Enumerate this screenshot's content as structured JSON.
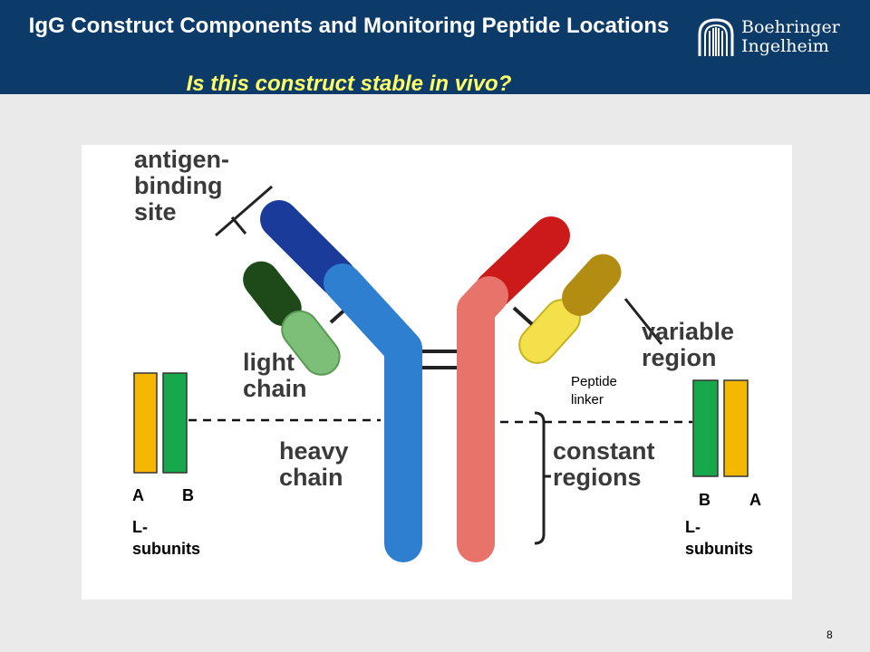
{
  "header": {
    "title": "IgG Construct Components and Monitoring Peptide Locations",
    "subtitle": "Is this construct stable in vivo?",
    "logo": {
      "line1": "Boehringer",
      "line2": "Ingelheim",
      "icon": "boehringer-ingelheim-logo"
    }
  },
  "diagram": {
    "antigen_binding_site": "antigen-\nbinding\nsite",
    "variable_region": "variable\nregion",
    "light_chain": "light\nchain",
    "heavy_chain": "heavy\nchain",
    "constant_regions": "constant\nregions",
    "peptide_linker": "Peptide\nlinker",
    "left_subunits": {
      "a": "A",
      "b": "B",
      "label": "L-\nsubunits"
    },
    "right_subunits": {
      "a": "A",
      "b": "B",
      "label": "L-\nsubunits"
    }
  },
  "colors": {
    "header_bg": "#0c3b69",
    "subtitle": "#ffff66",
    "heavy_blue": "#2f7fd0",
    "heavy_red": "#e8736a",
    "subunit_yellow": "#f5b800",
    "subunit_green": "#16a84a"
  },
  "page_number": "8"
}
